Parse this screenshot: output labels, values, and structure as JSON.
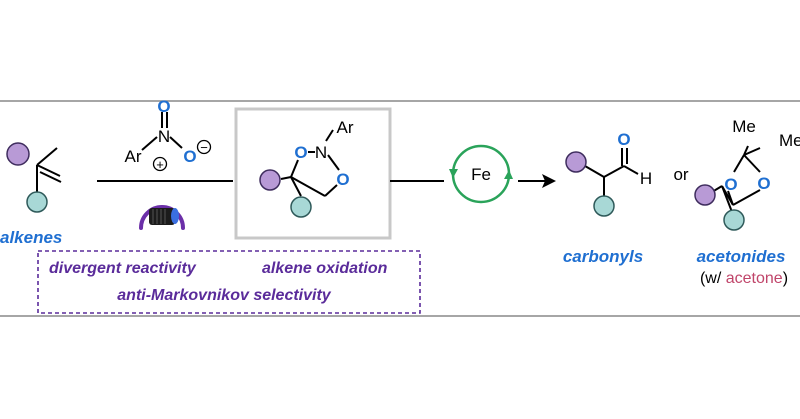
{
  "colors": {
    "purple": "#b89ad6",
    "purple_stroke": "#3f2d5e",
    "teal": "#a8d8d6",
    "teal_stroke": "#2f5a5a",
    "blue_atom": "#1f6fd1",
    "label_blue": "#1f6fd1",
    "label_purple": "#5a2b9a",
    "catalyst_green": "#2aa35a",
    "acetone_pink": "#c0456a",
    "frame_gray": "#c8c8c8",
    "rule_gray": "#888888"
  },
  "reagent": {
    "ar": "Ar",
    "n": "N",
    "o_top": "O",
    "o_right": "O",
    "plus": "+",
    "minus": "−"
  },
  "intermediate": {
    "ar": "Ar",
    "n": "N",
    "o_left": "O",
    "o_right": "O"
  },
  "catalyst": {
    "label": "Fe"
  },
  "products": {
    "aldehyde_o": "O",
    "aldehyde_h": "H",
    "or": "or",
    "acetonide_me1": "Me",
    "acetonide_me2": "Me",
    "acetonide_o1": "O",
    "acetonide_o2": "O"
  },
  "labels": {
    "alkenes": "alkenes",
    "carbonyls": "carbonyls",
    "acetonides": "acetonides",
    "acetone_prefix": "(w/ ",
    "acetone": "acetone",
    "acetone_suffix": ")"
  },
  "features": {
    "divergent": "divergent reactivity",
    "oxidation": "alkene oxidation",
    "selectivity": "anti-Markovnikov selectivity"
  },
  "icons": [
    "purple-circle-icon",
    "teal-circle-icon",
    "light-source-icon",
    "catalytic-cycle-icon"
  ]
}
